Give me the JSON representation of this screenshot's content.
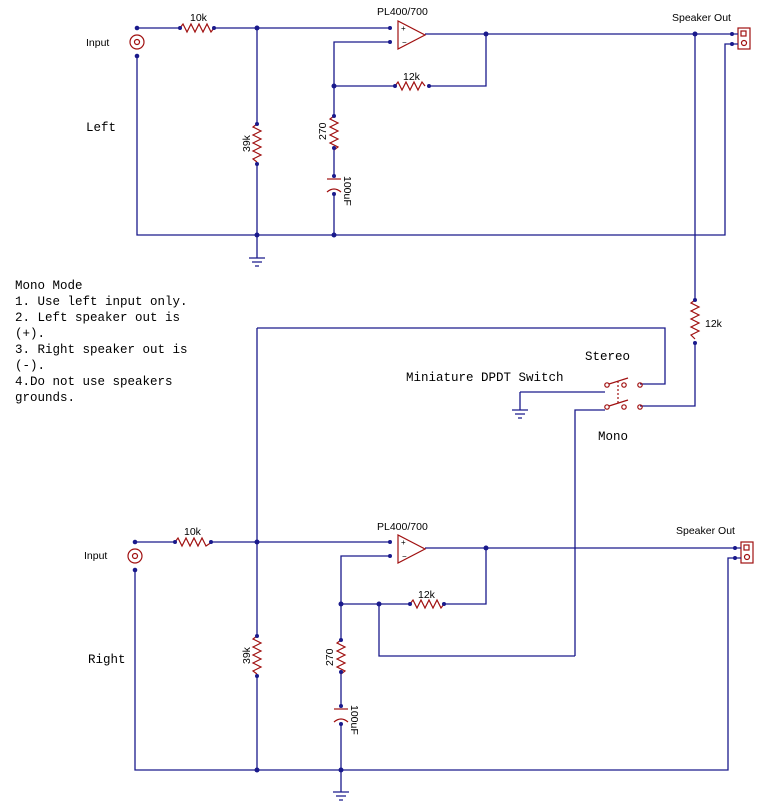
{
  "left": {
    "input_label": "Input",
    "channel_label": "Left",
    "r_input": "10k",
    "r_shunt": "39k",
    "amp": "PL400/700",
    "r_feedback": "12k",
    "r_gain": "270",
    "cap": "100uF",
    "speaker_label": "Speaker Out"
  },
  "right": {
    "input_label": "Input",
    "channel_label": "Right",
    "r_input": "10k",
    "r_shunt": "39k",
    "amp": "PL400/700",
    "r_feedback": "12k",
    "r_gain": "270",
    "cap": "100uF",
    "speaker_label": "Speaker Out"
  },
  "bridge_resistor": "12k",
  "switch": {
    "name": "Miniature DPDT Switch",
    "pos_stereo": "Stereo",
    "pos_mono": "Mono"
  },
  "notes": {
    "title": "Mono Mode",
    "lines": [
      "1. Use left input only.",
      "2. Left speaker out is",
      "(+).",
      "3. Right speaker out is",
      "(-).",
      "4.Do not use speakers",
      "grounds."
    ]
  },
  "colors": {
    "wire": "#1a1a8c",
    "component": "#a01010"
  }
}
